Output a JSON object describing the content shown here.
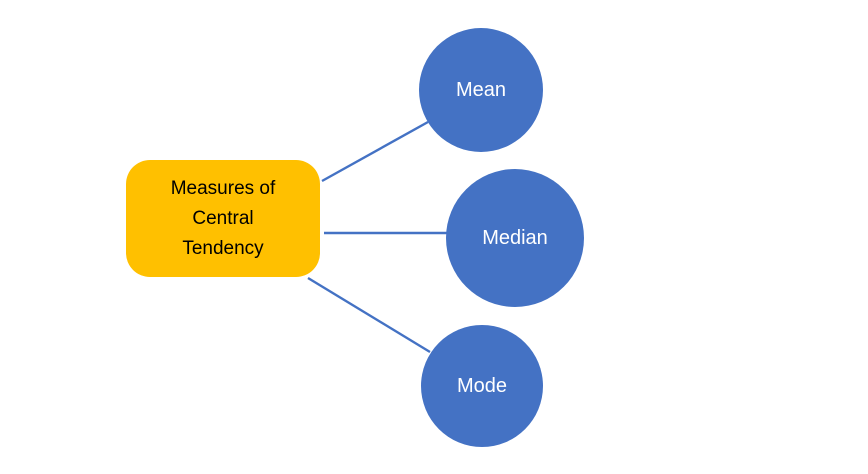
{
  "colors": {
    "background": "#FFFFFF",
    "root_fill": "#FFC000",
    "root_text": "#000000",
    "node_fill": "#4472C4",
    "node_text": "#FFFFFF",
    "connector": "#4472C4"
  },
  "diagram": {
    "root": {
      "label": "Measures of Central Tendency",
      "lines": [
        "Measures of",
        "Central",
        "Tendency"
      ]
    },
    "nodes": [
      {
        "label": "Mean"
      },
      {
        "label": "Median"
      },
      {
        "label": "Mode"
      }
    ]
  }
}
